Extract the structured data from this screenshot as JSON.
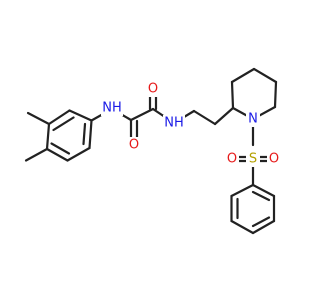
{
  "colors": {
    "bond": "#222222",
    "nitrogen": "#1a1ae6",
    "oxygen": "#e61a1a",
    "sulfur": "#b3a000",
    "background": "#ffffff"
  },
  "atoms": {
    "nh_left": "NH",
    "nh_right": "NH",
    "o_top": "O",
    "o_bottom": "O",
    "n_ring": "N",
    "sulfur": "S",
    "o_sulfonyl_left": "O",
    "o_sulfonyl_right": "O"
  }
}
